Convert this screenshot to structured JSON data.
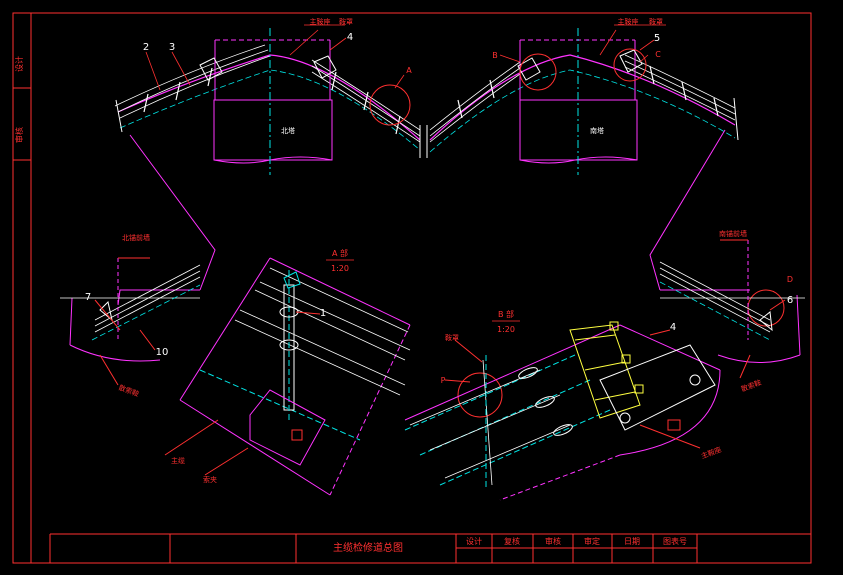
{
  "colors": {
    "background": "#000000",
    "frame": "#ff3030",
    "magenta": "#ff33ff",
    "cyan": "#00e5e5",
    "white": "#ffffff",
    "yellow": "#ffff40",
    "annotation": "#ff3030"
  },
  "side_strip": {
    "label_top": "设计",
    "label_bottom": "审核"
  },
  "labels": {
    "tower_north": "北塔",
    "tower_south": "南塔",
    "saddle_left": "主鞍座",
    "cable_cover_left": "鞍罩",
    "saddle_right": "主鞍座",
    "cable_cover_right": "鞍罩",
    "num_2": "2",
    "num_3": "3",
    "num_4_left": "4",
    "num_5": "5",
    "num_4_detail": "4",
    "num_6": "6",
    "num_7": "7",
    "num_10": "10",
    "letter_a": "A",
    "letter_b": "B",
    "letter_c": "C",
    "letter_d": "D",
    "letter_p": "P",
    "north_anchor": "北锚前墙",
    "south_anchor": "南锚前墙",
    "splay_saddle_left": "散索鞍",
    "splay_saddle_right": "散索鞍",
    "main_cable": "主缆",
    "cable_clamp": "索夹",
    "detail_saddle": "鞍罩",
    "detail_saddle_hat": "主鞍座",
    "detail_a_title": "A 部",
    "detail_a_scale": "1:20",
    "detail_b_title": "B 部",
    "detail_b_scale": "1:20",
    "detail_a_callout": "1"
  },
  "title_block": {
    "drawing_title": "主缆检修道总图",
    "design": "设计",
    "review": "复核",
    "check": "审核",
    "approve": "审定",
    "date": "日期",
    "drawing_no": "图表号"
  }
}
